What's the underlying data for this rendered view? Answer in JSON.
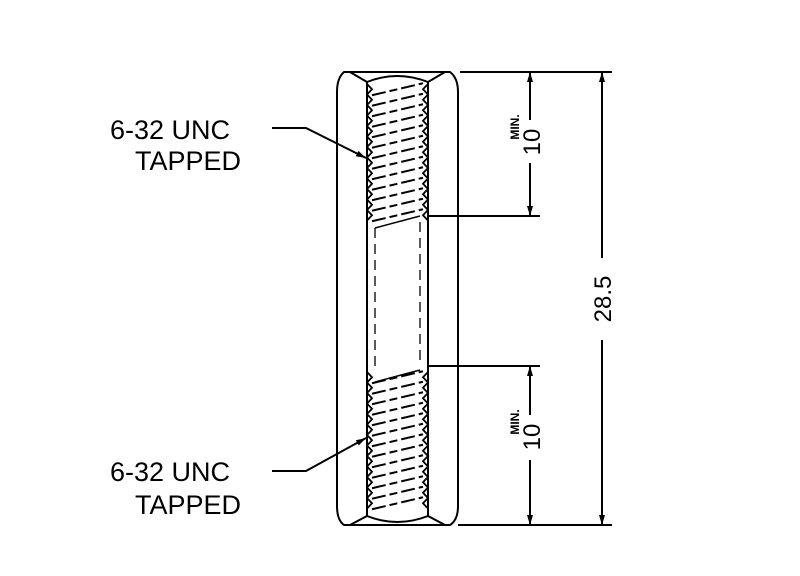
{
  "drawing": {
    "title": "Hex standoff, tapped both ends",
    "colors": {
      "line": "#000000",
      "background": "#ffffff"
    },
    "callouts": [
      {
        "thread": "6-32 UNC",
        "note": "TAPPED"
      },
      {
        "thread": "6-32 UNC",
        "note": "TAPPED"
      }
    ],
    "dimensions": {
      "top_thread_depth": {
        "value": "10",
        "qualifier": "MIN."
      },
      "bottom_thread_depth": {
        "value": "10",
        "qualifier": "MIN."
      },
      "overall_length": {
        "value": "28.5"
      }
    }
  }
}
